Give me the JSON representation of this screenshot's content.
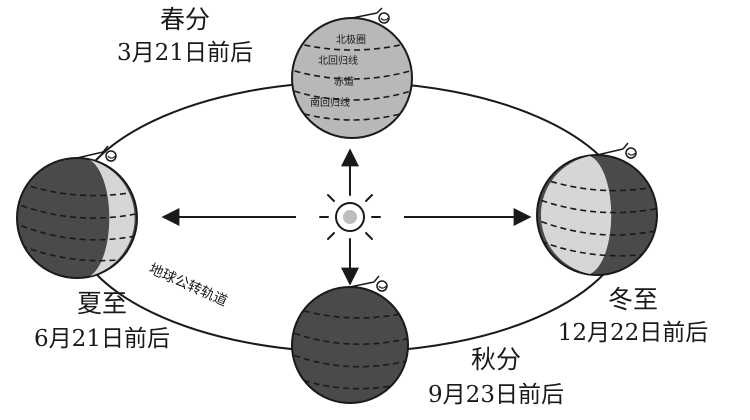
{
  "orbit_label": "地球公转轨道",
  "positions": {
    "spring": {
      "season": "春分",
      "date": "3月21日前后"
    },
    "summer": {
      "season": "夏至",
      "date": "6月21日前后"
    },
    "autumn": {
      "season": "秋分",
      "date": "9月23日前后"
    },
    "winter": {
      "season": "冬至",
      "date": "12月22日前后"
    }
  },
  "latitude_labels": {
    "arctic_circle": "北极圈",
    "tropic_of_cancer": "北回归线",
    "equator": "赤道",
    "tropic_of_capricorn": "南回归线"
  },
  "colors": {
    "ink": "#1a1a1a",
    "light_side": "#d6d6d6",
    "lit_globe": "#b8b8b8",
    "dark_side": "#4a4a4a"
  }
}
